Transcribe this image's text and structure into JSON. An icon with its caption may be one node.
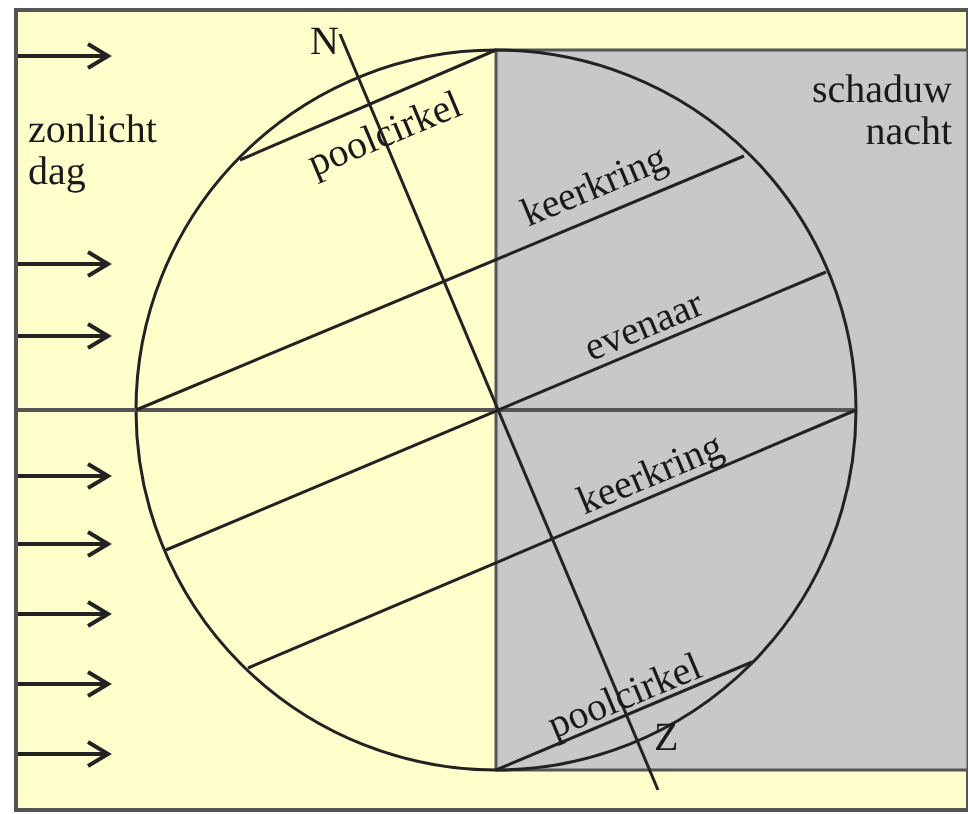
{
  "diagram": {
    "labels": [
      "N",
      "zonlicht dag",
      "schaduw nacht",
      "poolcirkel",
      "keerkring",
      "evenaar",
      "keerkring",
      "poolcirkel",
      "Z"
    ]
  }
}
